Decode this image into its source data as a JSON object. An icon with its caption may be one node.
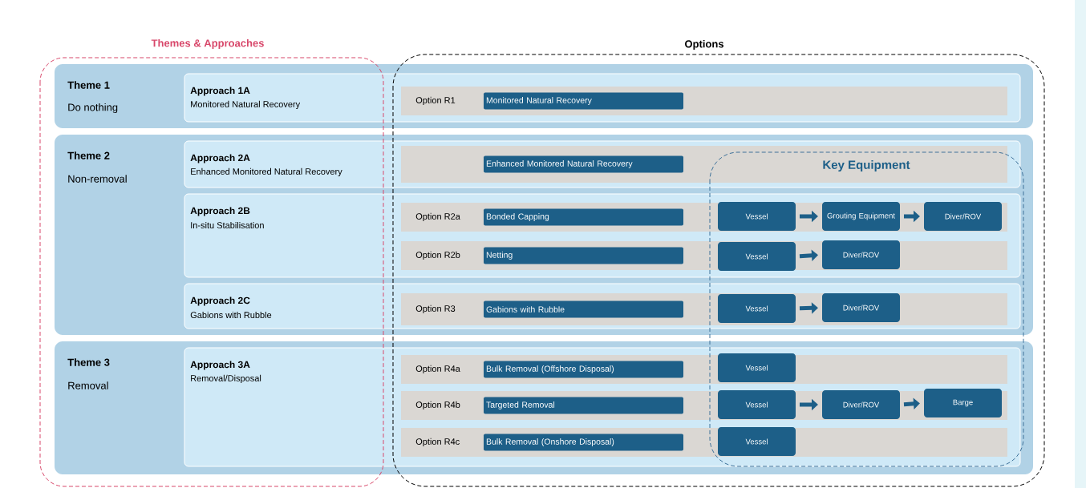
{
  "diagram": {
    "nodes": [
      {
        "text": [
          "Theme 1",
          "Do nothing"
        ]
      },
      {
        "text": [
          "Approach 1A",
          "Monitored Natural Recovery"
        ],
        "in": 0
      },
      {
        "text": [
          "Monitored Natural Recovery"
        ],
        "beside": [
          "Option R1"
        ],
        "in": 1
      },
      {
        "text": [
          "Theme 2",
          "Non-removal"
        ]
      },
      {
        "text": [
          "Approach 2A",
          "Enhanced Monitored Natural Recovery"
        ],
        "in": 3
      },
      {
        "text": [
          "Enhanced Monitored Natural Recovery"
        ],
        "in": 4
      },
      {
        "text": [
          "Approach 2B",
          "In-situ Stabilisation"
        ],
        "in": 3
      },
      {
        "text": [
          "Bonded Capping"
        ],
        "beside": [
          "Option R2a"
        ],
        "in": 6
      },
      {
        "text": [
          "Vessel"
        ],
        "in": 6
      },
      {
        "text": [
          "Grouting Equipment"
        ],
        "in": 6
      },
      {
        "text": [
          "Diver/ROV"
        ],
        "in": 6
      },
      {
        "text": [
          "Netting"
        ],
        "beside": [
          "Option R2b"
        ],
        "in": 6
      },
      {
        "text": [
          "Vessel"
        ],
        "in": 6
      },
      {
        "text": [
          "Diver/ROV"
        ],
        "in": 6
      },
      {
        "text": [
          "Approach 2C",
          "Gabions with Rubble"
        ],
        "in": 3
      },
      {
        "text": [
          "Gabions with Rubble"
        ],
        "beside": [
          "Option R3"
        ],
        "in": 14
      },
      {
        "text": [
          "Vessel"
        ],
        "in": 14
      },
      {
        "text": [
          "Diver/ROV"
        ],
        "in": 14
      },
      {
        "text": [
          "Theme 3",
          "Removal"
        ]
      },
      {
        "text": [
          "Approach 3A",
          "Removal/Disposal"
        ],
        "in": 18
      },
      {
        "text": [
          "Bulk Removal (Offshore Disposal)"
        ],
        "beside": [
          "Option R4a"
        ],
        "in": 19
      },
      {
        "text": [
          "Vessel"
        ],
        "in": 19
      },
      {
        "text": [
          "Targeted Removal"
        ],
        "beside": [
          "Option R4b"
        ],
        "in": 19
      },
      {
        "text": [
          "Vessel"
        ],
        "in": 19
      },
      {
        "text": [
          "Diver/ROV"
        ],
        "in": 19
      },
      {
        "text": [
          "Barge"
        ],
        "in": 19
      },
      {
        "text": [
          "Bulk Removal (Onshore Disposal)"
        ],
        "beside": [
          "Option R4c"
        ],
        "in": 19
      },
      {
        "text": [
          "Vessel"
        ],
        "in": 19
      }
    ],
    "edges": [
      {
        "from": 8,
        "to": 9,
        "arrow": "to"
      },
      {
        "from": 9,
        "to": 10,
        "arrow": "to"
      },
      {
        "from": 12,
        "to": 13,
        "arrow": "to"
      },
      {
        "from": 16,
        "to": 17,
        "arrow": "to"
      },
      {
        "from": 23,
        "to": 24,
        "arrow": "to"
      },
      {
        "from": 24,
        "to": 25,
        "arrow": "to"
      }
    ],
    "labels": [
      "Themes & Approaches",
      "Options",
      "Key Equipment"
    ]
  }
}
